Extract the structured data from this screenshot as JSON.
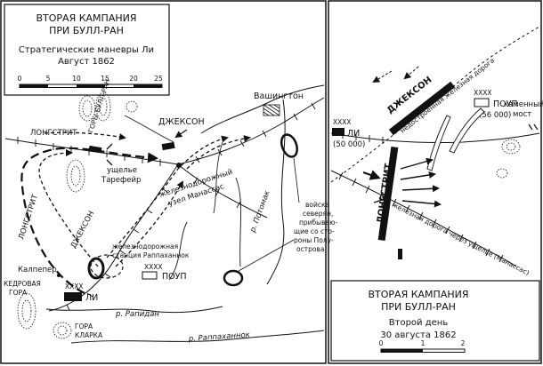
{
  "left_map": {
    "title_line1": "ВТОРАЯ КАМПАНИЯ",
    "title_line2": "ПРИ БУЛЛ-РАН",
    "subtitle_line1": "Стратегические маневры Ли",
    "subtitle_line2": "Август 1862",
    "scale_ticks": [
      "0",
      "5",
      "10",
      "15",
      "20",
      "25"
    ],
    "places": {
      "washington": "Вашингтон",
      "jackson": "ДЖЕКСОН",
      "longstreet_top": "ЛОНГСТРИТ",
      "bull_run_mtns": "ГОРЫ БУЛЛ-РАН",
      "thoroughfare_1": "ущелье",
      "thoroughfare_2": "Тарефейр",
      "manassas_1": "железнодорожный",
      "manassas_2": "узел Манассас",
      "rappahannock_st_1": "железнодорожная",
      "rappahannock_st_2": "станция Раппаханнок",
      "pope": "ПОУП",
      "culpeper": "Калпепер",
      "cedar_1": "КЕДРОВАЯ",
      "cedar_2": "ГОРА",
      "lee": "ЛИ",
      "clark_1": "ГОРА",
      "clark_2": "КЛАРКА",
      "rapidan": "р. Рапидан",
      "rappahannock_r": "р. Раппаханнок",
      "potomac": "р. Потомак",
      "troops_1": "войска",
      "troops_2": "северян,",
      "troops_3": "прибываю-",
      "troops_4": "щие со сто-",
      "troops_5": "роны Полу-",
      "troops_6": "острова",
      "longstreet_side": "ЛОНГСТРИТ",
      "jackson_side": "ДЖЕКСОН",
      "corps_mark": "XXXX"
    }
  },
  "right_map": {
    "title_line1": "ВТОРАЯ КАМПАНИЯ",
    "title_line2": "ПРИ БУЛЛ-РАН",
    "subtitle_line1": "Второй день",
    "subtitle_line2": "30 августа 1862",
    "scale_ticks": [
      "0",
      "1",
      "2"
    ],
    "places": {
      "jackson": "ДЖЕКСОН",
      "unfinished_rr": "недостроенная железная дорога",
      "lee": "ЛИ",
      "lee_count": "(50 000)",
      "pope": "ПОУП",
      "pope_count": "(56 000)",
      "stone_1": "каменный",
      "stone_2": "мост",
      "longstreet": "ЛОНГСТРИТ",
      "railroad": "железная дорога через ущелье (Манассас)",
      "corps_mark": "XXXX"
    }
  }
}
